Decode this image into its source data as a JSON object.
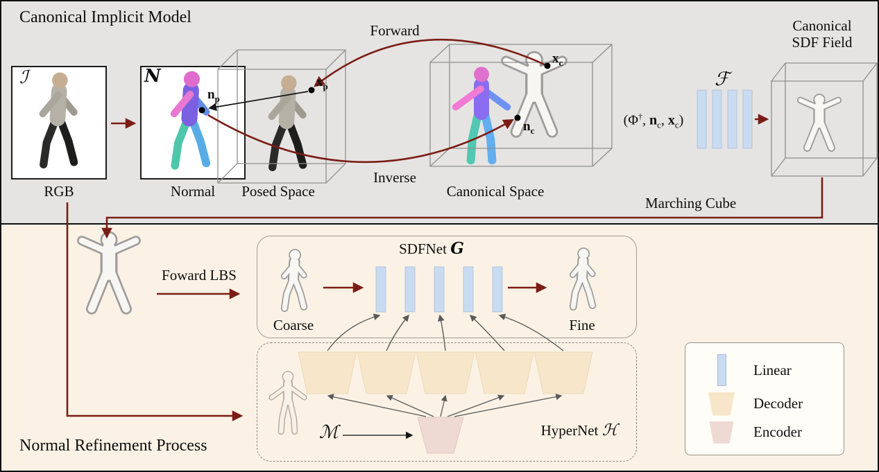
{
  "colors": {
    "accent_maroon": "#7a1d15",
    "linear_blue": "#c9dbf1",
    "decoder_tan": "#f7e6ca",
    "encoder_pink": "#eedad3",
    "top_panel_bg": "#e5e4e2",
    "bottom_panel_bg": "#fbf2e5"
  },
  "top": {
    "title": "Canonical Implicit Model",
    "rgb_caption": "RGB",
    "normal_caption": "Normal",
    "posed_caption": "Posed Space",
    "canonical_caption": "Canonical Space",
    "forward": "Forward",
    "inverse": "Inverse",
    "marching_cube": "Marching Cube",
    "sdf_field_label": "Canonical SDF Field",
    "math": {
      "I": "ℐ",
      "N": "N",
      "F": "ℱ",
      "xp": {
        "base": "x",
        "sub": "p"
      },
      "np": {
        "base": "n",
        "sub": "p"
      },
      "xc": {
        "base": "x",
        "sub": "c"
      },
      "nc": {
        "base": "n",
        "sub": "c"
      },
      "phi": {
        "open": "(Φ",
        "dagger": "†",
        "sep1": ", ",
        "n": "n",
        "nsub": "c",
        "sep2": ", ",
        "x": "x",
        "xsub": "c",
        "close": ")"
      }
    }
  },
  "bottom": {
    "title": "Normal Refinement Process",
    "forward_lbs": "Foward LBS",
    "sdfnet": {
      "name": "SDFNet",
      "letter": "G"
    },
    "coarse": "Coarse",
    "fine": "Fine",
    "hypernet": {
      "name": "HyperNet",
      "letter": "ℋ"
    },
    "M": "ℳ"
  },
  "legend": {
    "items": [
      {
        "label": "Linear"
      },
      {
        "label": "Decoder"
      },
      {
        "label": "Encoder"
      }
    ]
  }
}
